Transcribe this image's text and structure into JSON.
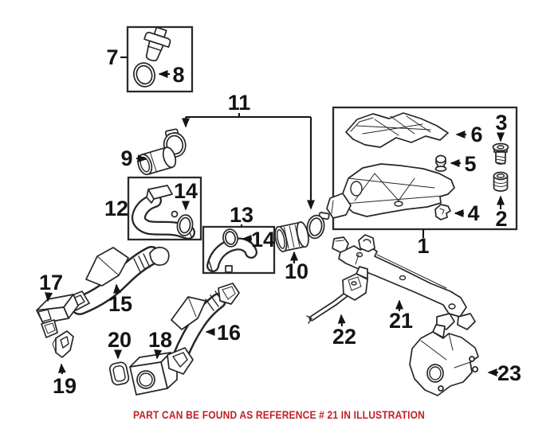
{
  "figure": {
    "type": "exploded-parts-diagram",
    "background_color": "#ffffff",
    "line_color": "#262626",
    "callouts": {
      "c1": "1",
      "c2": "2",
      "c3": "3",
      "c4": "4",
      "c5": "5",
      "c6": "6",
      "c7": "7",
      "c8": "8",
      "c9": "9",
      "c10": "10",
      "c11": "11",
      "c12": "12",
      "c13": "13",
      "c14a": "14",
      "c14b": "14",
      "c15": "15",
      "c16": "16",
      "c17": "17",
      "c18": "18",
      "c19": "19",
      "c20": "20",
      "c21": "21",
      "c22": "22",
      "c23": "23"
    },
    "caption": {
      "text": "PART CAN BE FOUND AS REFERENCE # 21 IN ILLUSTRATION",
      "color": "#c41e26"
    }
  }
}
